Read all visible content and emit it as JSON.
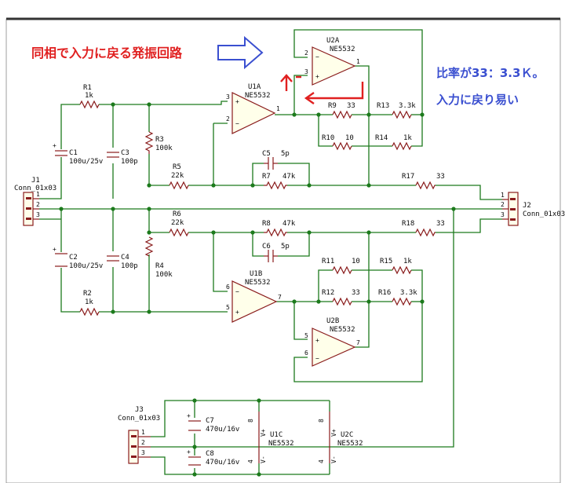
{
  "annotations": {
    "title_red": "同相で入力に戻る発振回路",
    "note_line1": "比率が33：3.3Ｋ。",
    "note_line2": "入力に戻り易い",
    "colors": {
      "red": "#e02020",
      "blue": "#3a4fd0"
    }
  },
  "components": {
    "R1": {
      "ref": "R1",
      "value": "1k"
    },
    "R2": {
      "ref": "R2",
      "value": "1k"
    },
    "R3": {
      "ref": "R3",
      "value": "100k"
    },
    "R4": {
      "ref": "R4",
      "value": "100k"
    },
    "R5": {
      "ref": "R5",
      "value": "22k"
    },
    "R6": {
      "ref": "R6",
      "value": "22k"
    },
    "R7": {
      "ref": "R7",
      "value": "47k"
    },
    "R8": {
      "ref": "R8",
      "value": "47k"
    },
    "R9": {
      "ref": "R9",
      "value": "33"
    },
    "R10": {
      "ref": "R10",
      "value": "10"
    },
    "R11": {
      "ref": "R11",
      "value": "10"
    },
    "R12": {
      "ref": "R12",
      "value": "33"
    },
    "R13": {
      "ref": "R13",
      "value": "3.3k"
    },
    "R14": {
      "ref": "R14",
      "value": "1k"
    },
    "R15": {
      "ref": "R15",
      "value": "1k"
    },
    "R16": {
      "ref": "R16",
      "value": "3.3k"
    },
    "R17": {
      "ref": "R17",
      "value": "33"
    },
    "R18": {
      "ref": "R18",
      "value": "33"
    },
    "C1": {
      "ref": "C1",
      "value": "100u/25v"
    },
    "C2": {
      "ref": "C2",
      "value": "100u/25v"
    },
    "C3": {
      "ref": "C3",
      "value": "100p"
    },
    "C4": {
      "ref": "C4",
      "value": "100p"
    },
    "C5": {
      "ref": "C5",
      "value": "5p"
    },
    "C6": {
      "ref": "C6",
      "value": "5p"
    },
    "C7": {
      "ref": "C7",
      "value": "470u/16v"
    },
    "C8": {
      "ref": "C8",
      "value": "470u/16v"
    },
    "U1A": {
      "ref": "U1A",
      "value": "NE5532"
    },
    "U1B": {
      "ref": "U1B",
      "value": "NE5532"
    },
    "U2A": {
      "ref": "U2A",
      "value": "NE5532"
    },
    "U2B": {
      "ref": "U2B",
      "value": "NE5532"
    },
    "U1C": {
      "ref": "U1C",
      "value": "NE5532"
    },
    "U2C": {
      "ref": "U2C",
      "value": "NE5532"
    },
    "J1": {
      "ref": "J1",
      "value": "Conn_01x03"
    },
    "J2": {
      "ref": "J2",
      "value": "Conn_01x03"
    },
    "J3": {
      "ref": "J3",
      "value": "Conn_01x03"
    }
  },
  "pins": {
    "p1": "1",
    "p2": "2",
    "p3": "3",
    "p4": "4",
    "p5": "5",
    "p6": "6",
    "p7": "7",
    "p8": "8",
    "vplus": "V+",
    "vminus": "V-"
  }
}
